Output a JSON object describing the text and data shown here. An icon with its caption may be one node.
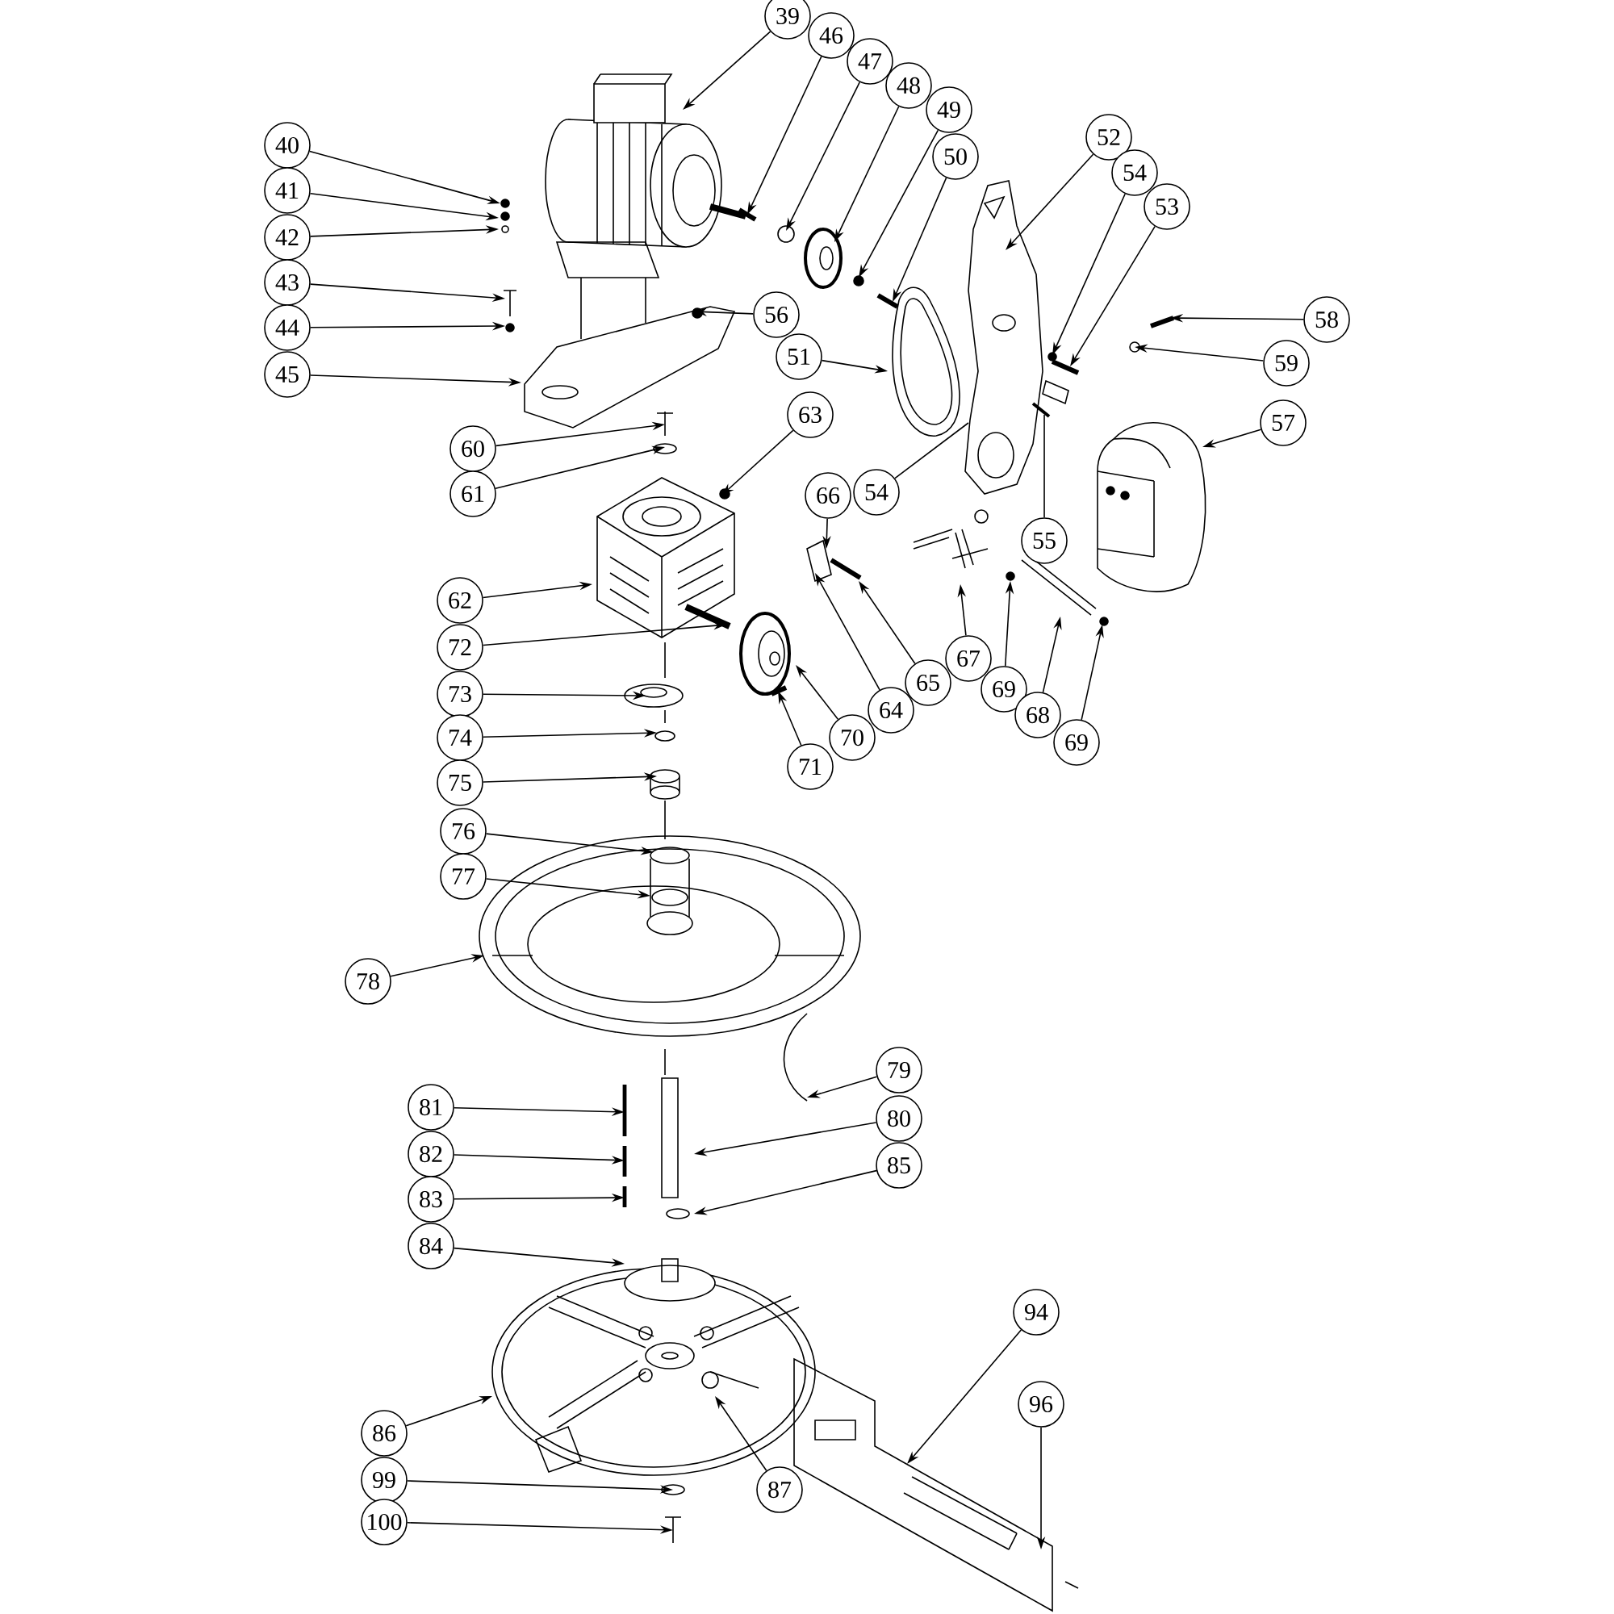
{
  "diagram": {
    "nodes": [
      {
        "text": [
          "39"
        ]
      },
      {
        "text": [
          "46"
        ]
      },
      {
        "text": [
          "47"
        ]
      },
      {
        "text": [
          "48"
        ]
      },
      {
        "text": [
          "49"
        ]
      },
      {
        "text": [
          "52"
        ]
      },
      {
        "text": [
          "40"
        ]
      },
      {
        "text": [
          "50"
        ]
      },
      {
        "text": [
          "54"
        ]
      },
      {
        "text": [
          "41"
        ]
      },
      {
        "text": [
          "53"
        ]
      },
      {
        "text": [
          "42"
        ]
      },
      {
        "text": [
          "43"
        ]
      },
      {
        "text": [
          "56"
        ]
      },
      {
        "text": [
          "58"
        ]
      },
      {
        "text": [
          "44"
        ]
      },
      {
        "text": [
          "51"
        ]
      },
      {
        "text": [
          "59"
        ]
      },
      {
        "text": [
          "45"
        ]
      },
      {
        "text": [
          "57"
        ]
      },
      {
        "text": [
          "63"
        ]
      },
      {
        "text": [
          "60"
        ]
      },
      {
        "text": [
          "61"
        ]
      },
      {
        "text": [
          "54"
        ]
      },
      {
        "text": [
          "66"
        ]
      },
      {
        "text": [
          "55"
        ]
      },
      {
        "text": [
          "62"
        ]
      },
      {
        "text": [
          "72"
        ]
      },
      {
        "text": [
          "67"
        ]
      },
      {
        "text": [
          "65"
        ]
      },
      {
        "text": [
          "69"
        ]
      },
      {
        "text": [
          "73"
        ]
      },
      {
        "text": [
          "64"
        ]
      },
      {
        "text": [
          "68"
        ]
      },
      {
        "text": [
          "74"
        ]
      },
      {
        "text": [
          "70"
        ]
      },
      {
        "text": [
          "69"
        ]
      },
      {
        "text": [
          "71"
        ]
      },
      {
        "text": [
          "75"
        ]
      },
      {
        "text": [
          "76"
        ]
      },
      {
        "text": [
          "77"
        ]
      },
      {
        "text": [
          "78"
        ]
      },
      {
        "text": [
          "79"
        ]
      },
      {
        "text": [
          "81"
        ]
      },
      {
        "text": [
          "80"
        ]
      },
      {
        "text": [
          "82"
        ]
      },
      {
        "text": [
          "85"
        ]
      },
      {
        "text": [
          "83"
        ]
      },
      {
        "text": [
          "84"
        ]
      },
      {
        "text": [
          "94"
        ]
      },
      {
        "text": [
          "96"
        ]
      },
      {
        "text": [
          "86"
        ]
      },
      {
        "text": [
          "99"
        ]
      },
      {
        "text": [
          "87"
        ]
      },
      {
        "text": [
          "100"
        ]
      }
    ],
    "edges": [
      {
        "from": 0,
        "to": null,
        "arrow": "to"
      },
      {
        "from": 1,
        "to": null,
        "arrow": "to"
      },
      {
        "from": 2,
        "to": null,
        "arrow": "to"
      },
      {
        "from": 3,
        "to": null,
        "arrow": "to"
      },
      {
        "from": 4,
        "to": null,
        "arrow": "to"
      },
      {
        "from": 5,
        "to": null,
        "arrow": "to"
      },
      {
        "from": 6,
        "to": null,
        "arrow": "to"
      },
      {
        "from": 7,
        "to": null,
        "arrow": "to"
      },
      {
        "from": 8,
        "to": null,
        "arrow": "to"
      },
      {
        "from": 9,
        "to": null,
        "arrow": "to"
      },
      {
        "from": 10,
        "to": null,
        "arrow": "to"
      },
      {
        "from": 11,
        "to": null,
        "arrow": "to"
      },
      {
        "from": 12,
        "to": null,
        "arrow": "to"
      },
      {
        "from": 13,
        "to": null,
        "arrow": "to"
      },
      {
        "from": 14,
        "to": null,
        "arrow": "to"
      },
      {
        "from": 15,
        "to": null,
        "arrow": "to"
      },
      {
        "from": 16,
        "to": null,
        "arrow": "to"
      },
      {
        "from": 17,
        "to": null,
        "arrow": "to"
      },
      {
        "from": 18,
        "to": null,
        "arrow": "to"
      },
      {
        "from": 19,
        "to": null,
        "arrow": "to"
      },
      {
        "from": 20,
        "to": null,
        "arrow": "to"
      },
      {
        "from": 21,
        "to": null,
        "arrow": "to"
      },
      {
        "from": 22,
        "to": null,
        "arrow": "to"
      },
      {
        "from": 23,
        "to": null,
        "arrow": "none"
      },
      {
        "from": 24,
        "to": null,
        "arrow": "to"
      },
      {
        "from": 25,
        "to": null,
        "arrow": "none"
      },
      {
        "from": 26,
        "to": null,
        "arrow": "to"
      },
      {
        "from": 27,
        "to": null,
        "arrow": "to"
      },
      {
        "from": 28,
        "to": null,
        "arrow": "to"
      },
      {
        "from": 29,
        "to": null,
        "arrow": "to"
      },
      {
        "from": 30,
        "to": null,
        "arrow": "to"
      },
      {
        "from": 31,
        "to": null,
        "arrow": "to"
      },
      {
        "from": 32,
        "to": null,
        "arrow": "to"
      },
      {
        "from": 33,
        "to": null,
        "arrow": "to"
      },
      {
        "from": 34,
        "to": null,
        "arrow": "to"
      },
      {
        "from": 35,
        "to": null,
        "arrow": "to"
      },
      {
        "from": 36,
        "to": null,
        "arrow": "to"
      },
      {
        "from": 37,
        "to": null,
        "arrow": "to"
      },
      {
        "from": 38,
        "to": null,
        "arrow": "to"
      },
      {
        "from": 39,
        "to": null,
        "arrow": "to"
      },
      {
        "from": 40,
        "to": null,
        "arrow": "to"
      },
      {
        "from": 41,
        "to": null,
        "arrow": "to"
      },
      {
        "from": 42,
        "to": null,
        "arrow": "to"
      },
      {
        "from": 43,
        "to": null,
        "arrow": "to"
      },
      {
        "from": 44,
        "to": null,
        "arrow": "to"
      },
      {
        "from": 45,
        "to": null,
        "arrow": "to"
      },
      {
        "from": 46,
        "to": null,
        "arrow": "to"
      },
      {
        "from": 47,
        "to": null,
        "arrow": "to"
      },
      {
        "from": 48,
        "to": null,
        "arrow": "to"
      },
      {
        "from": 49,
        "to": null,
        "arrow": "to"
      },
      {
        "from": 50,
        "to": null,
        "arrow": "to"
      },
      {
        "from": 51,
        "to": null,
        "arrow": "to"
      },
      {
        "from": 52,
        "to": null,
        "arrow": "to"
      },
      {
        "from": 53,
        "to": null,
        "arrow": "to"
      },
      {
        "from": 54,
        "to": null,
        "arrow": "to"
      }
    ]
  }
}
